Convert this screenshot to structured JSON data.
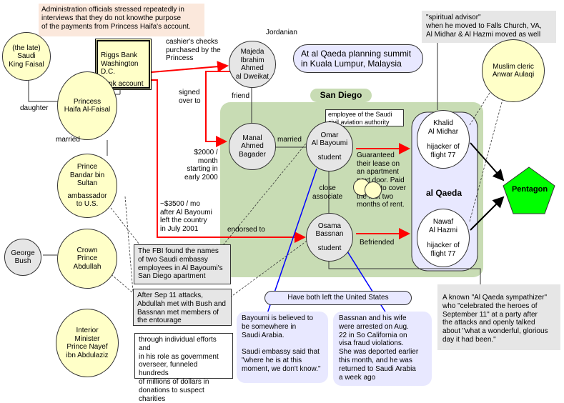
{
  "top_note": "Administration officials stressed repeatedly in\ninterviews that they do not knowthe purpose\nof the payments from Princess Haifa's account.",
  "riggs_bank": {
    "name": "Riggs Bank\nWashington\nD.C.",
    "account": "bank account"
  },
  "king_faisal": "(the late)\nSaudi\nKing Faisal",
  "princess_haifa": "Princess\nHaifa Al-Faisal",
  "prince_bandar": "Prince\nBandar bin\nSultan",
  "bandar_role": "ambassador\nto U.S.",
  "george_bush": "George\nBush",
  "crown_prince": "Crown\nPrince\nAbdullah",
  "prince_nayef": "Interior\nMinister\nPrince Nayef\nibn Abdulaziz",
  "majeda": "Majeda\nIbrahim\nAhmed\nal Dweikat",
  "manal": "Manal\nAhmed\nBagader",
  "omar": {
    "name": "Omar\nAl Bayoumi",
    "role": "student"
  },
  "osama": {
    "name": "Osama\nBassnan",
    "role": "student"
  },
  "khalid": {
    "name": "Khalid\nAl Midhar",
    "role": "hijacker of\nflight 77"
  },
  "nawaf": {
    "name": "Nawaf\nAl Hazmi",
    "role": "hijacker of\nflight 77"
  },
  "aulaqi": "Muslim cleric\nAnwar Aulaqi",
  "pentagon": "Pentagon",
  "san_diego": "San Diego",
  "al_qaeda": "al Qaeda",
  "summit": "At al Qaeda planning summit\nin Kuala Lumpur, Malaysia",
  "spiritual": "\"spiritual advisor\"\nwhen he moved to Falls Church, VA,\nAl Midhar & Al Hazmi moved as well",
  "aviation": "employee of the Saudi\ncivil aviation authority",
  "labels": {
    "jordanian": "Jordanian",
    "cashiers": "cashier's checks\npurchased by the\nPrincess",
    "signed": "signed\nover to",
    "friend": "friend",
    "daughter": "daughter",
    "married1": "married",
    "married2": "married",
    "payment2000": "$2000 /\nmonth\nstarting in\nearly 2000",
    "payment3500": "~$3500 / mo\nafter Al Bayoumi\nleft the country\nin July 2001",
    "endorsed": "endorsed to",
    "guaranteed": "Guaranteed\ntheir lease on\nan apartment\nnext door.  Paid\n$1,500 to cover\nthe first two\nmonths of rent.",
    "close_associate": "close\nassociate",
    "befriended": "Befriended"
  },
  "fbi_note": "The FBI found the names\nof two Saudi embassy\nemployees in Al Bayoumi's\nSan Diego apartment",
  "sep11_note": "After Sep 11 attacks,\nAbdullah met with Bush and\nBassnan met members of\nthe entourage",
  "nayef_note": "through individual efforts and\nin his role as government\noverseer, funneled hundreds\nof millions of dollars in\ndonations to suspect charities",
  "left_us": "Have both left the United States",
  "bayoumi_note": "Bayoumi is believed to\nbe somewhere in\nSaudi Arabia.\n\nSaudi embassy said that\n\"where he is at this\nmoment, we don't know.\"",
  "bassnan_note": "Bassnan and his wife\nwere arrested on Aug.\n22 in So California on\nvisa fraud violations.\nShe was deported earlier\nthis month, and he was\nreturned to Saudi Arabia\na week ago",
  "sympathizer_note": "A known \"Al Qaeda sympathizer\"\nwho \"celebrated the heroes of\nSeptember 11\" at a party after\nthe attacks and openly talked\nabout \"what a wonderful, glorious\nday it had been.\""
}
